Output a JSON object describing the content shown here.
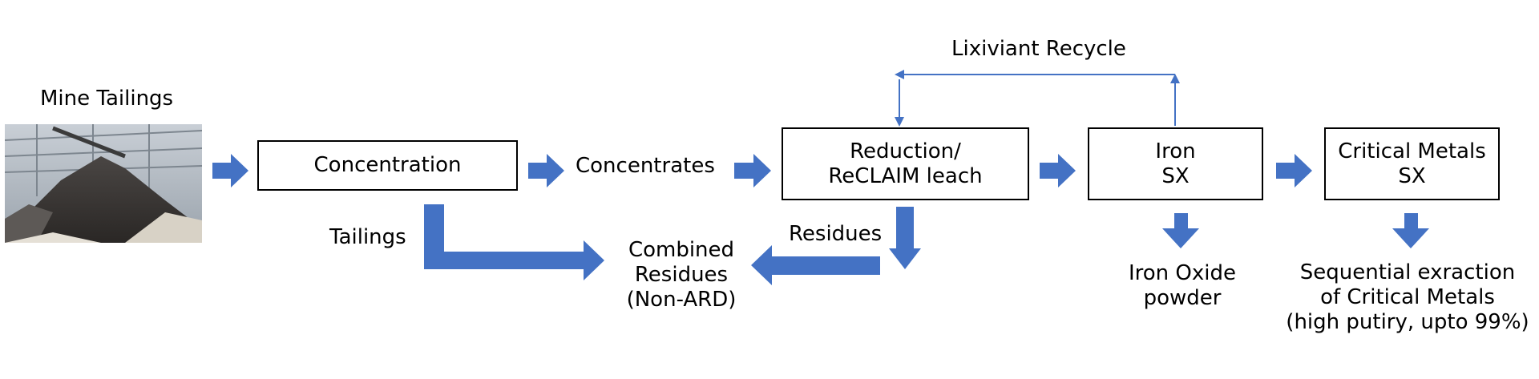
{
  "source": {
    "title": "Mine Tailings"
  },
  "steps": {
    "concentration": "Concentration",
    "concentrates": "Concentrates",
    "reduction_line1": "Reduction/",
    "reduction_line2": "ReCLAIM leach",
    "iron_sx_line1": "Iron",
    "iron_sx_line2": "SX",
    "critical_sx_line1": "Critical Metals",
    "critical_sx_line2": "SX"
  },
  "streams": {
    "lixiviant_recycle": "Lixiviant Recycle",
    "tailings": "Tailings",
    "residues": "Residues"
  },
  "outputs": {
    "combined_line1": "Combined",
    "combined_line2": "Residues",
    "combined_line3": "(Non-ARD)",
    "iron_oxide_line1": "Iron Oxide",
    "iron_oxide_line2": "powder",
    "critical_line1": "Sequential exraction",
    "critical_line2": "of Critical Metals",
    "critical_line3": "(high putiry, upto 99%)"
  },
  "colors": {
    "arrow": "#4472C4",
    "box_border": "#000000",
    "text": "#000000"
  }
}
